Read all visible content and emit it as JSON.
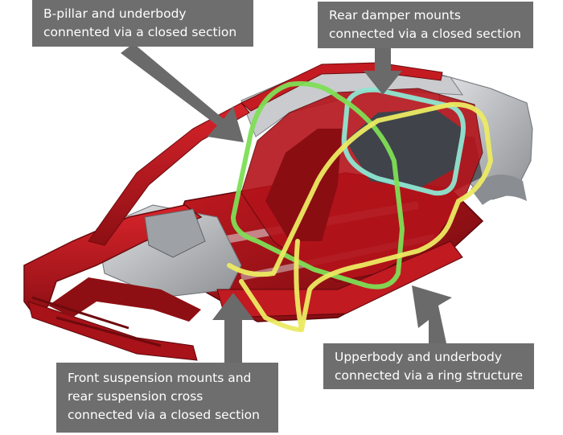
{
  "callouts": {
    "b_pillar": {
      "lines": [
        "B-pillar and underbody",
        "connented via a closed section"
      ]
    },
    "rear_damper": {
      "lines": [
        "Rear damper mounts",
        "connected via a closed section"
      ]
    },
    "upperbody_ring": {
      "lines": [
        "Upperbody and underbody",
        "connected via a ring structure"
      ]
    },
    "front_suspension": {
      "lines": [
        "Front suspension mounts and",
        "rear suspension cross",
        "connected via a closed section"
      ]
    }
  },
  "colors": {
    "callout_bg": "#6e6e6e",
    "arrow": "#6a6a6a",
    "body_red": "#b5151c",
    "body_dark_red": "#7a0c10",
    "body_silver": "#b9bcbf",
    "ring_green": "#7ede55",
    "ring_yellow": "#ecea62",
    "ring_cyan": "#8ee6d2"
  }
}
